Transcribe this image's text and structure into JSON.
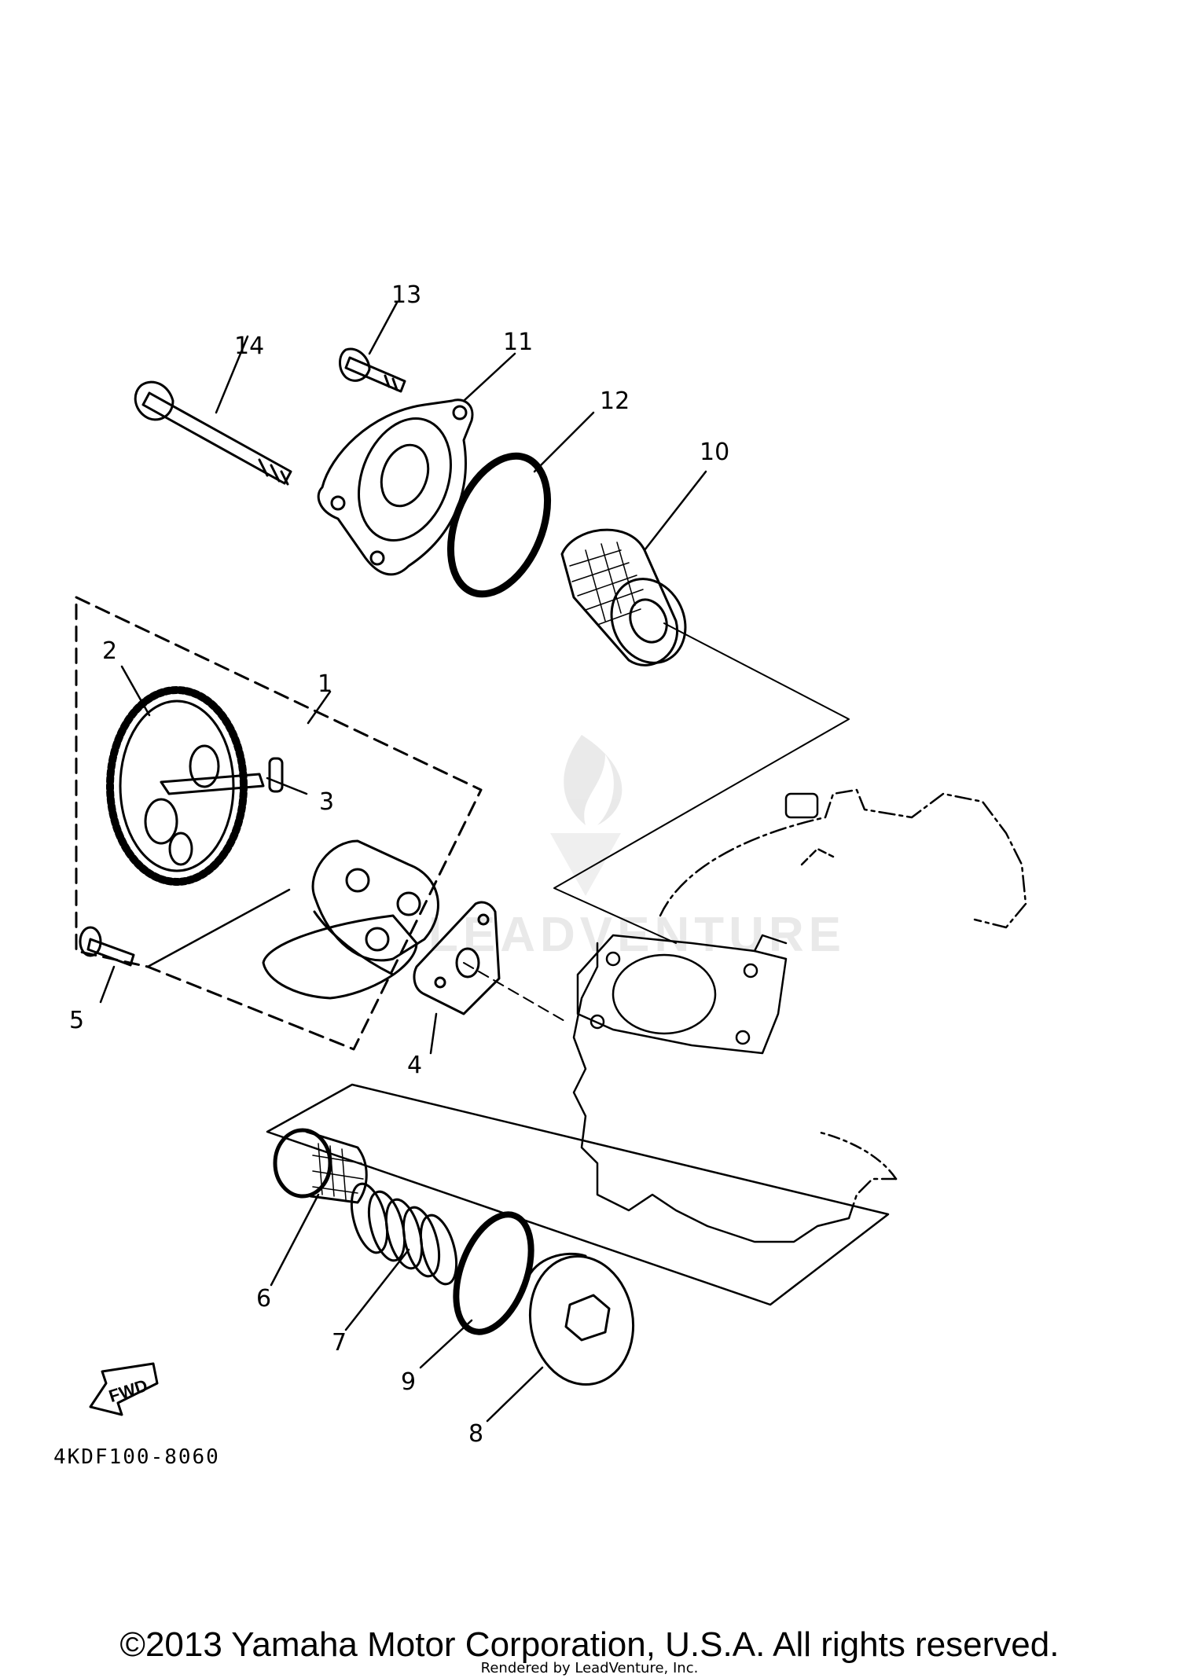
{
  "labels": [
    "1",
    "2",
    "3",
    "4",
    "5",
    "6",
    "7",
    "8",
    "9",
    "10",
    "11",
    "12",
    "13",
    "14"
  ],
  "fwd_label": "FWD",
  "diagram_code": "4KDF100-8060",
  "watermark": "LEADVENTURE",
  "copyright": "©2013 Yamaha Motor Corporation, U.S.A. All rights reserved.",
  "rendered_by": "Rendered by LeadVenture, Inc."
}
